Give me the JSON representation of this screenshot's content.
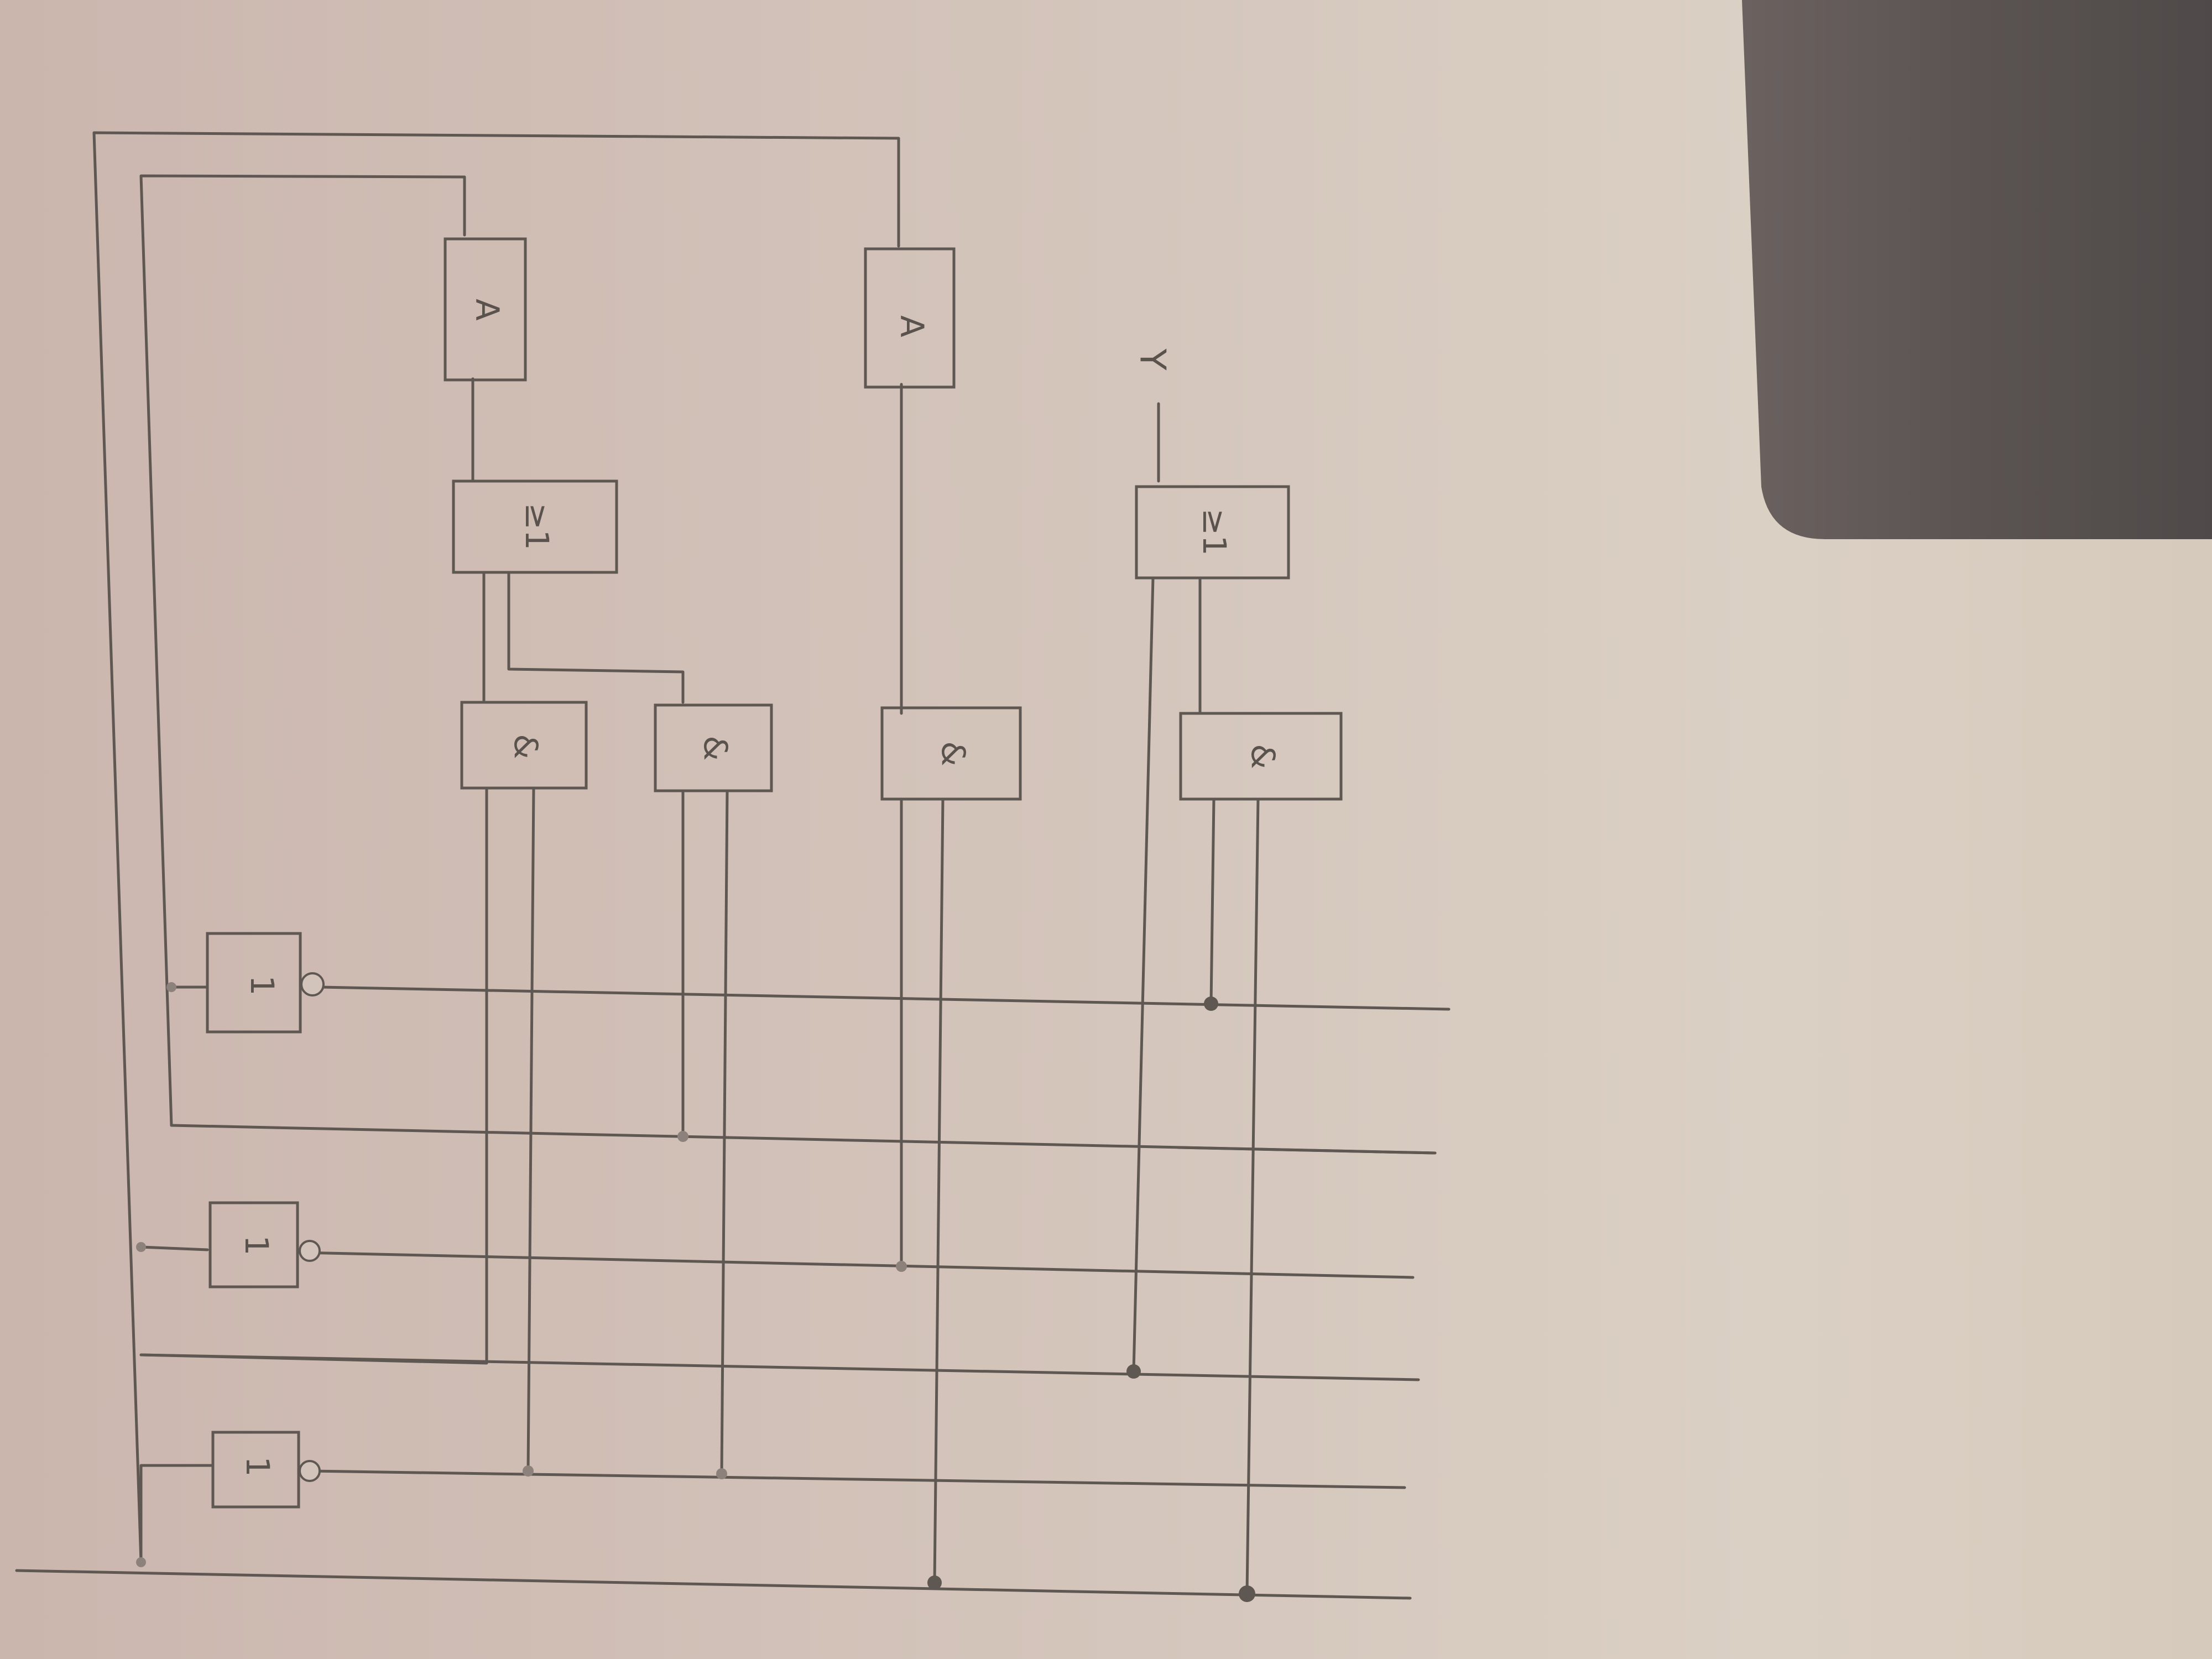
{
  "gates": {
    "not_top": "1",
    "not_mid": "1",
    "not_bot": "1",
    "and_1": "&",
    "and_2": "&",
    "and_3": "&",
    "and_4": "&",
    "or_left": "≥1",
    "or_right": "≥1",
    "trig_left": "A",
    "trig_right": "A"
  },
  "output": {
    "label": "Y"
  },
  "colors": {
    "paper": "#cdbdb4",
    "pencil": "#5e5752",
    "shadow": "#56504d"
  }
}
